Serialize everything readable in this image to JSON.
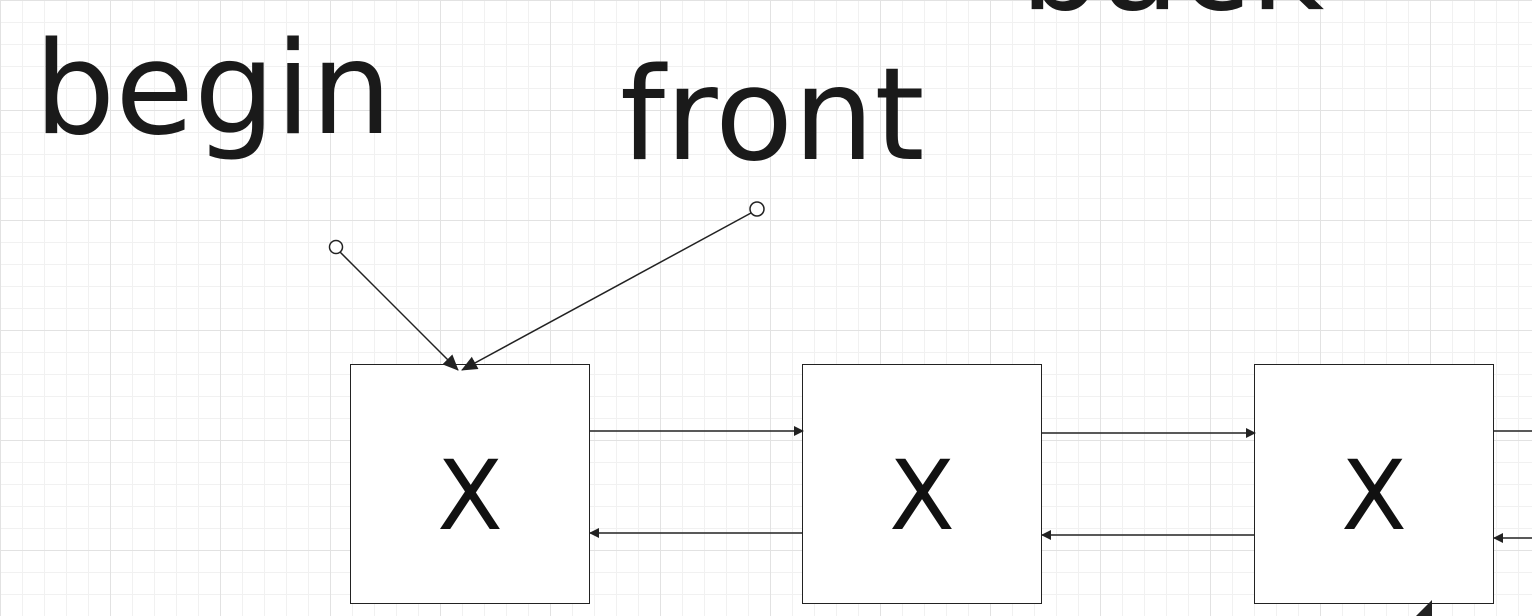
{
  "labels": {
    "begin": "begin",
    "front": "front",
    "back": "back"
  },
  "nodes": [
    {
      "value": "X"
    },
    {
      "value": "X"
    },
    {
      "value": "X"
    }
  ],
  "colors": {
    "stroke": "#222222",
    "text": "#1a1a1a",
    "grid": "#e2e2e2",
    "background": "#ffffff"
  }
}
